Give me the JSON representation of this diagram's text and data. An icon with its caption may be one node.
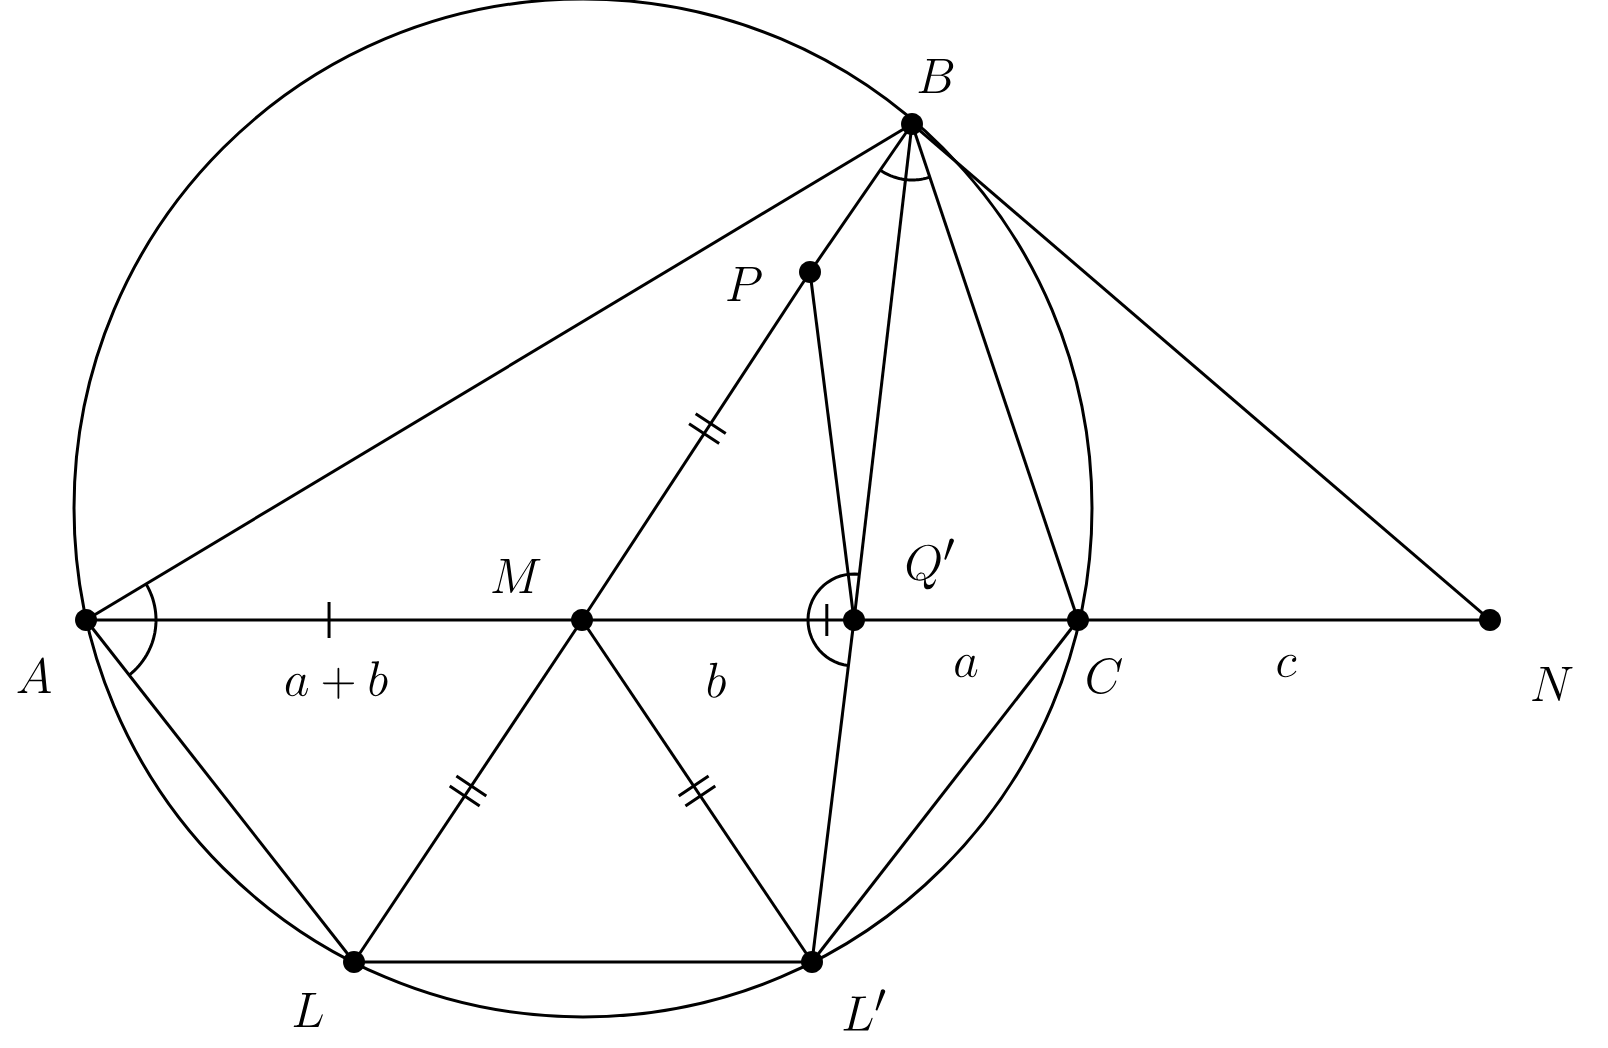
{
  "diagram": {
    "nodes": [
      {
        "text": [
          "A"
        ]
      },
      {
        "text": [
          "B"
        ]
      },
      {
        "text": [
          "P"
        ]
      },
      {
        "text": [
          "M"
        ]
      },
      {
        "text": [
          "Q'"
        ]
      },
      {
        "text": [
          "C"
        ]
      },
      {
        "text": [
          "N"
        ]
      },
      {
        "text": [
          "L"
        ]
      },
      {
        "text": [
          "L'"
        ]
      }
    ],
    "edges": [
      {
        "from": 0,
        "to": 1,
        "arrow": "none"
      },
      {
        "from": 0,
        "to": 3,
        "arrow": "none",
        "label": "a+b"
      },
      {
        "from": 3,
        "to": 4,
        "arrow": "none",
        "label": "b"
      },
      {
        "from": 4,
        "to": 5,
        "arrow": "none",
        "label": "a"
      },
      {
        "from": 5,
        "to": 6,
        "arrow": "none",
        "label": "c"
      },
      {
        "from": 1,
        "to": 6,
        "arrow": "none"
      },
      {
        "from": 1,
        "to": 5,
        "arrow": "none"
      },
      {
        "from": 1,
        "to": 4,
        "arrow": "none"
      },
      {
        "from": 4,
        "to": 8,
        "arrow": "none"
      },
      {
        "from": 1,
        "to": 2,
        "arrow": "none"
      },
      {
        "from": 2,
        "to": 3,
        "arrow": "none"
      },
      {
        "from": 2,
        "to": 4,
        "arrow": "none"
      },
      {
        "from": 0,
        "to": 7,
        "arrow": "none"
      },
      {
        "from": 7,
        "to": 3,
        "arrow": "none"
      },
      {
        "from": 3,
        "to": 8,
        "arrow": "none"
      },
      {
        "from": 7,
        "to": 8,
        "arrow": "none"
      },
      {
        "from": 8,
        "to": 5,
        "arrow": "none"
      }
    ]
  }
}
